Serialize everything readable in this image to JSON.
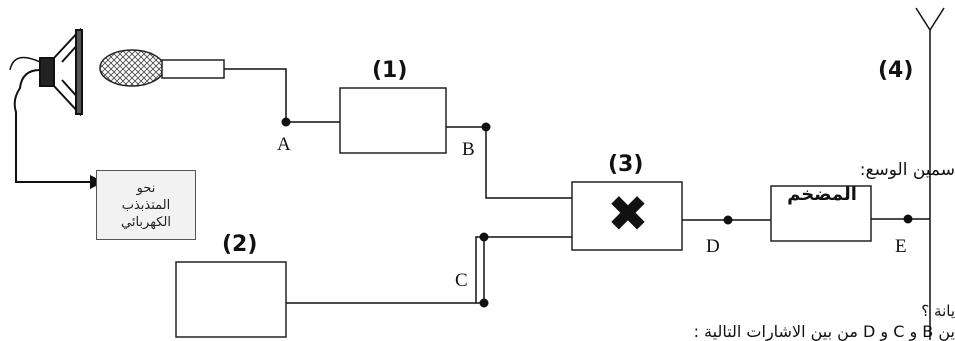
{
  "labels": {
    "block1": "(1)",
    "block2": "(2)",
    "block3": "(3)",
    "block4": "(4)",
    "point_a": "A",
    "point_b": "B",
    "point_c": "C",
    "point_d": "D",
    "point_e": "E"
  },
  "oscillator_box": {
    "line1": "نحو",
    "line2": "المتذبذب",
    "line3": "الكهربائي"
  },
  "amplifier_label": "المضخم",
  "multiplier_symbol": "✖",
  "text_fragments": {
    "line1": "سمين الوسع:",
    "line2": "يانة ؟",
    "line3": "ين B و C و D من بين الاشارات التالية :"
  }
}
